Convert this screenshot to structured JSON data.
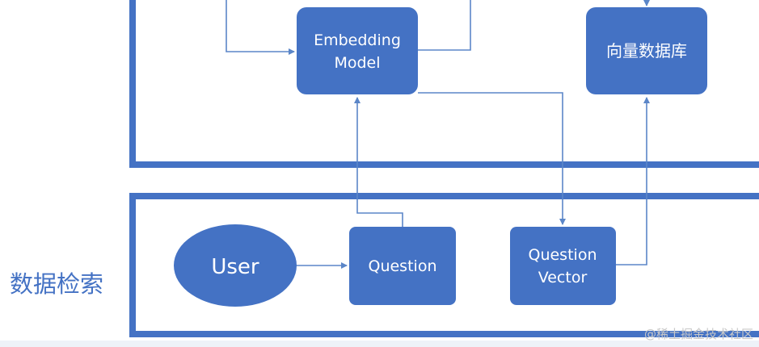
{
  "section_label": "数据检索",
  "nodes": {
    "embedding_model": {
      "line1": "Embedding",
      "line2": "Model"
    },
    "vector_db": {
      "label": "向量数据库"
    },
    "user": {
      "label": "User"
    },
    "question": {
      "label": "Question"
    },
    "question_vector": {
      "line1": "Question",
      "line2": "Vector"
    }
  },
  "watermark": "@稀土掘金技术社区",
  "colors": {
    "box_fill": "#4472c4",
    "frame_border": "#4472c4",
    "connector": "#5b86c8",
    "node_text": "#ffffff",
    "side_label": "#4472c4",
    "watermark": "#c8c8c8",
    "background": "#ffffff"
  }
}
